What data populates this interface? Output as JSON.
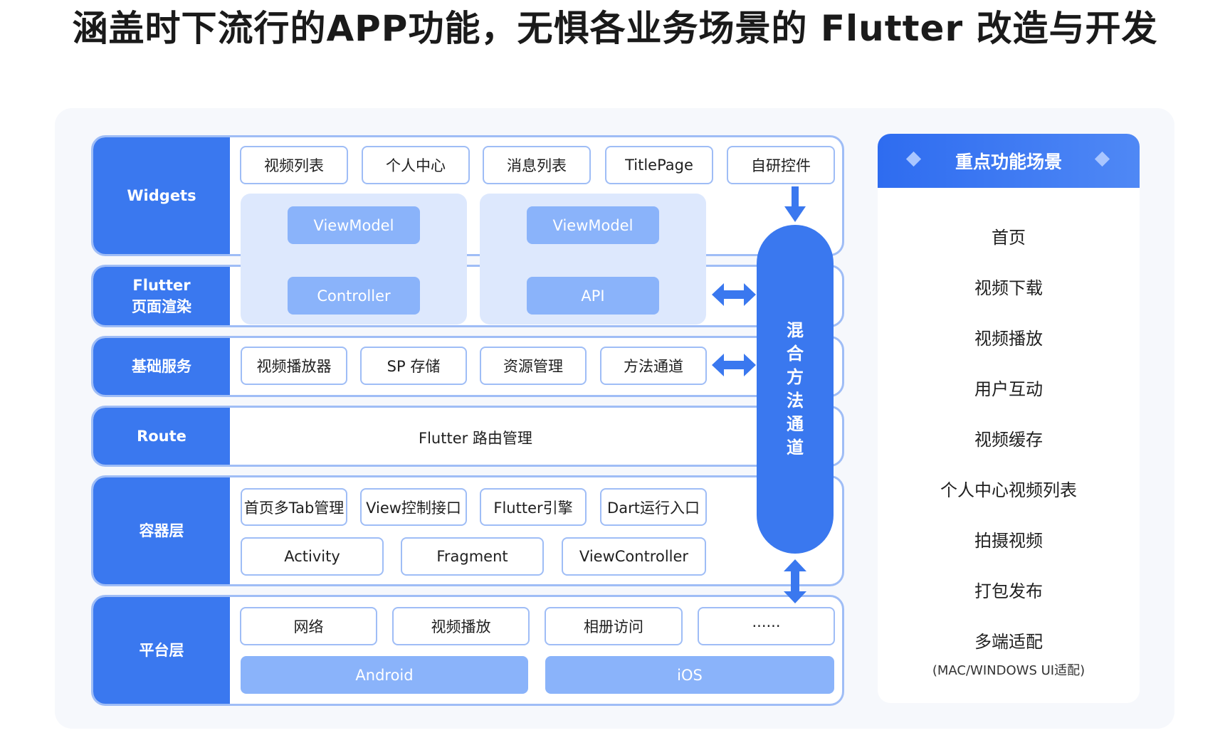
{
  "title": "涵盖时下流行的APP功能，无惧各业务场景的 Flutter 改造与开发",
  "rows": {
    "widgets": {
      "label": "Widgets",
      "items": [
        "视频列表",
        "个人中心",
        "消息列表",
        "TitlePage",
        "自研控件"
      ]
    },
    "render": {
      "label": "Flutter\n页面渲染"
    },
    "basic": {
      "label": "基础服务",
      "items": [
        "视频播放器",
        "SP 存储",
        "资源管理",
        "方法通道"
      ]
    },
    "route": {
      "label": "Route",
      "text": "Flutter 路由管理"
    },
    "container": {
      "label": "容器层",
      "items": [
        "首页多Tab管理",
        "View控制接口",
        "Flutter引擎",
        "Dart运行入口"
      ],
      "items2": [
        "Activity",
        "Fragment",
        "ViewController"
      ]
    },
    "platform": {
      "label": "平台层",
      "items": [
        "网络",
        "视频播放",
        "相册访问",
        "······"
      ],
      "os": [
        "Android",
        "iOS"
      ]
    }
  },
  "regions": {
    "left": {
      "top": "ViewModel",
      "bottom": "Controller"
    },
    "right": {
      "top": "ViewModel",
      "bottom": "API"
    }
  },
  "channel": "混合方法通道",
  "side": {
    "header": "重点功能场景",
    "items": [
      "首页",
      "视频下载",
      "视频播放",
      "用户互动",
      "视频缓存",
      "个人中心视频列表",
      "拍摄视频",
      "打包发布",
      "多端适配"
    ],
    "note": "(MAC/WINDOWS UI适配)"
  },
  "colors": {
    "primary": "#3a78ef",
    "light": "#8ab3fa",
    "region": "#dde8fd",
    "border": "#9fbdf6"
  }
}
